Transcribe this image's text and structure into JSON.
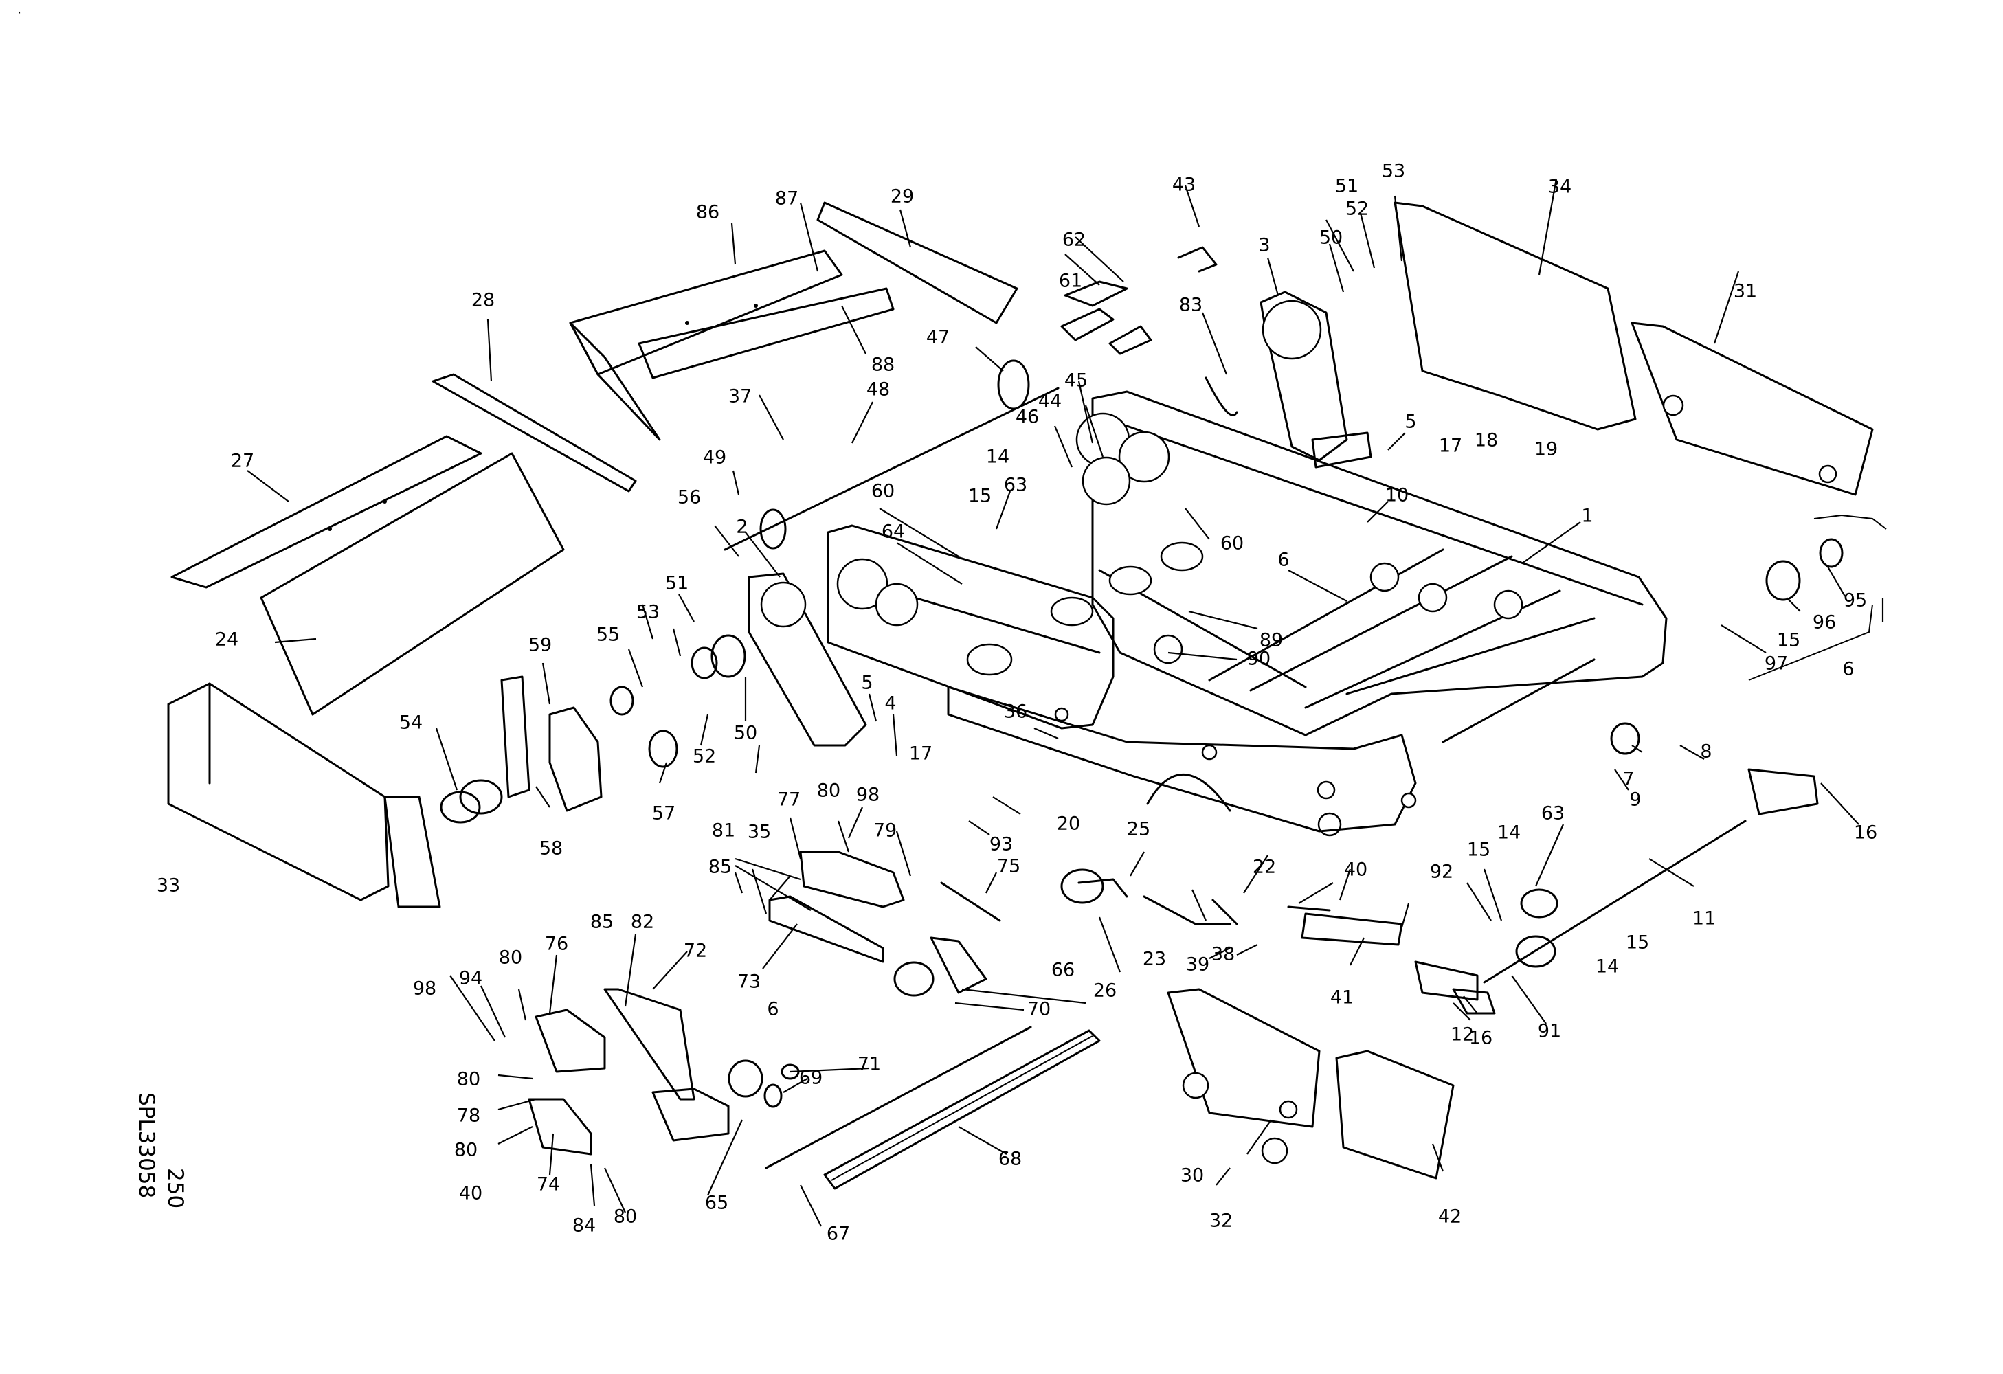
{
  "drawing": {
    "sheet_number": "250",
    "drawing_code": "SPL33058",
    "corner_mark": "."
  },
  "callouts": [
    {
      "id": "c1",
      "text": "1"
    },
    {
      "id": "c2",
      "text": "2"
    },
    {
      "id": "c3",
      "text": "3"
    },
    {
      "id": "c4",
      "text": "4"
    },
    {
      "id": "c5a",
      "text": "5"
    },
    {
      "id": "c5b",
      "text": "5"
    },
    {
      "id": "c6a",
      "text": "6"
    },
    {
      "id": "c6b",
      "text": "6"
    },
    {
      "id": "c6c",
      "text": "6"
    },
    {
      "id": "c7",
      "text": "7"
    },
    {
      "id": "c8",
      "text": "8"
    },
    {
      "id": "c9",
      "text": "9"
    },
    {
      "id": "c10",
      "text": "10"
    },
    {
      "id": "c11",
      "text": "11"
    },
    {
      "id": "c12",
      "text": "12"
    },
    {
      "id": "c14a",
      "text": "14"
    },
    {
      "id": "c14b",
      "text": "14"
    },
    {
      "id": "c14c",
      "text": "14"
    },
    {
      "id": "c15a",
      "text": "15"
    },
    {
      "id": "c15b",
      "text": "15"
    },
    {
      "id": "c15c",
      "text": "15"
    },
    {
      "id": "c15d",
      "text": "15"
    },
    {
      "id": "c16a",
      "text": "16"
    },
    {
      "id": "c16b",
      "text": "16"
    },
    {
      "id": "c17a",
      "text": "17"
    },
    {
      "id": "c17b",
      "text": "17"
    },
    {
      "id": "c18",
      "text": "18"
    },
    {
      "id": "c19",
      "text": "19"
    },
    {
      "id": "c20",
      "text": "20"
    },
    {
      "id": "c22",
      "text": "22"
    },
    {
      "id": "c23",
      "text": "23"
    },
    {
      "id": "c24",
      "text": "24"
    },
    {
      "id": "c25",
      "text": "25"
    },
    {
      "id": "c26",
      "text": "26"
    },
    {
      "id": "c27",
      "text": "27"
    },
    {
      "id": "c28",
      "text": "28"
    },
    {
      "id": "c29",
      "text": "29"
    },
    {
      "id": "c30",
      "text": "30"
    },
    {
      "id": "c31",
      "text": "31"
    },
    {
      "id": "c32",
      "text": "32"
    },
    {
      "id": "c33",
      "text": "33"
    },
    {
      "id": "c34",
      "text": "34"
    },
    {
      "id": "c35",
      "text": "35"
    },
    {
      "id": "c36",
      "text": "36"
    },
    {
      "id": "c37",
      "text": "37"
    },
    {
      "id": "c38",
      "text": "38"
    },
    {
      "id": "c39",
      "text": "39"
    },
    {
      "id": "c40a",
      "text": "40"
    },
    {
      "id": "c40b",
      "text": "40"
    },
    {
      "id": "c41",
      "text": "41"
    },
    {
      "id": "c42",
      "text": "42"
    },
    {
      "id": "c43",
      "text": "43"
    },
    {
      "id": "c44",
      "text": "44"
    },
    {
      "id": "c45",
      "text": "45"
    },
    {
      "id": "c46",
      "text": "46"
    },
    {
      "id": "c47",
      "text": "47"
    },
    {
      "id": "c48",
      "text": "48"
    },
    {
      "id": "c49",
      "text": "49"
    },
    {
      "id": "c50a",
      "text": "50"
    },
    {
      "id": "c50b",
      "text": "50"
    },
    {
      "id": "c51a",
      "text": "51"
    },
    {
      "id": "c51b",
      "text": "51"
    },
    {
      "id": "c52a",
      "text": "52"
    },
    {
      "id": "c52b",
      "text": "52"
    },
    {
      "id": "c53a",
      "text": "53"
    },
    {
      "id": "c53b",
      "text": "53"
    },
    {
      "id": "c54",
      "text": "54"
    },
    {
      "id": "c55",
      "text": "55"
    },
    {
      "id": "c56",
      "text": "56"
    },
    {
      "id": "c57",
      "text": "57"
    },
    {
      "id": "c58",
      "text": "58"
    },
    {
      "id": "c59",
      "text": "59"
    },
    {
      "id": "c60a",
      "text": "60"
    },
    {
      "id": "c60b",
      "text": "60"
    },
    {
      "id": "c61",
      "text": "61"
    },
    {
      "id": "c62",
      "text": "62"
    },
    {
      "id": "c63a",
      "text": "63"
    },
    {
      "id": "c63b",
      "text": "63"
    },
    {
      "id": "c64",
      "text": "64"
    },
    {
      "id": "c65",
      "text": "65"
    },
    {
      "id": "c66",
      "text": "66"
    },
    {
      "id": "c67",
      "text": "67"
    },
    {
      "id": "c68",
      "text": "68"
    },
    {
      "id": "c69",
      "text": "69"
    },
    {
      "id": "c70",
      "text": "70"
    },
    {
      "id": "c71",
      "text": "71"
    },
    {
      "id": "c72",
      "text": "72"
    },
    {
      "id": "c73",
      "text": "73"
    },
    {
      "id": "c74",
      "text": "74"
    },
    {
      "id": "c75",
      "text": "75"
    },
    {
      "id": "c76",
      "text": "76"
    },
    {
      "id": "c77",
      "text": "77"
    },
    {
      "id": "c78",
      "text": "78"
    },
    {
      "id": "c79",
      "text": "79"
    },
    {
      "id": "c80a",
      "text": "80"
    },
    {
      "id": "c80b",
      "text": "80"
    },
    {
      "id": "c80c",
      "text": "80"
    },
    {
      "id": "c80d",
      "text": "80"
    },
    {
      "id": "c80e",
      "text": "80"
    },
    {
      "id": "c81",
      "text": "81"
    },
    {
      "id": "c82",
      "text": "82"
    },
    {
      "id": "c83",
      "text": "83"
    },
    {
      "id": "c84",
      "text": "84"
    },
    {
      "id": "c85a",
      "text": "85"
    },
    {
      "id": "c85b",
      "text": "85"
    },
    {
      "id": "c86",
      "text": "86"
    },
    {
      "id": "c87",
      "text": "87"
    },
    {
      "id": "c88",
      "text": "88"
    },
    {
      "id": "c89",
      "text": "89"
    },
    {
      "id": "c90",
      "text": "90"
    },
    {
      "id": "c91",
      "text": "91"
    },
    {
      "id": "c92",
      "text": "92"
    },
    {
      "id": "c93",
      "text": "93"
    },
    {
      "id": "c94",
      "text": "94"
    },
    {
      "id": "c95",
      "text": "95"
    },
    {
      "id": "c96",
      "text": "96"
    },
    {
      "id": "c97",
      "text": "97"
    },
    {
      "id": "c98a",
      "text": "98"
    },
    {
      "id": "c98b",
      "text": "98"
    }
  ]
}
